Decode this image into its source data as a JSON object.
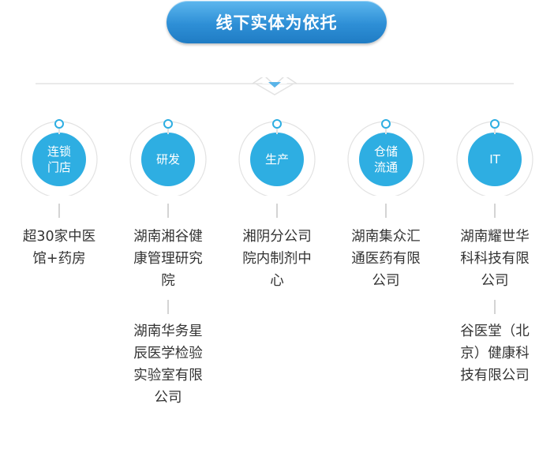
{
  "banner": {
    "title": "线下实体为依托"
  },
  "colors": {
    "node_fill": "#2eaee2",
    "banner": "#2e8fd6",
    "line": "#d4d4d4",
    "pointer": "#5ab4e8"
  },
  "columns": [
    {
      "node": "连锁\n门店",
      "company1": "超30家中医\n馆+药房",
      "company2": ""
    },
    {
      "node": "研发",
      "company1": "湖南湘谷健\n康管理研究\n院",
      "company2": "湖南华务星\n辰医学检验\n实验室有限\n公司"
    },
    {
      "node": "生产",
      "company1": "湘阴分公司\n院内制剂中\n心",
      "company2": ""
    },
    {
      "node": "仓储\n流通",
      "company1": "湖南集众汇\n通医药有限\n公司",
      "company2": ""
    },
    {
      "node": "IT",
      "company1": "湖南耀世华\n科科技有限\n公司",
      "company2": "谷医堂（北\n京）健康科\n技有限公司"
    }
  ]
}
